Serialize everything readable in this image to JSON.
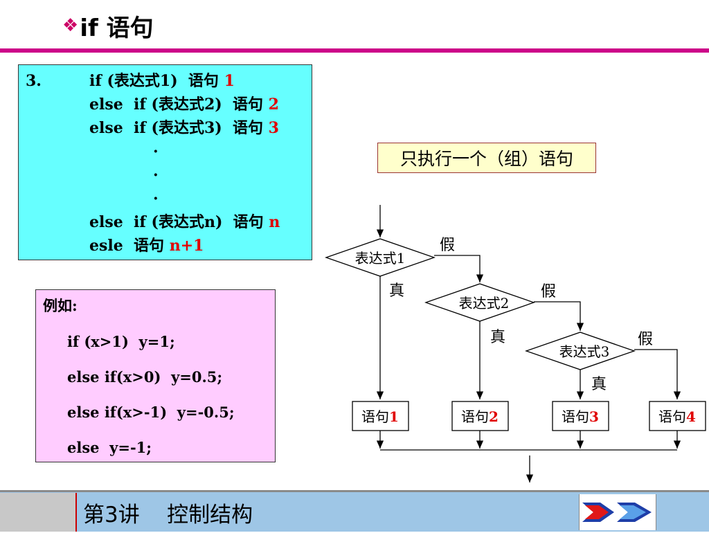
{
  "title": {
    "bullet": "❖",
    "text": "if 语句"
  },
  "code": {
    "number": "3.",
    "lines": [
      {
        "text": "if (表达式1)  语句 ",
        "red": "1"
      },
      {
        "text": "else  if (表达式2)  语句 ",
        "red": "2"
      },
      {
        "text": "else  if (表达式3)  语句 ",
        "red": "3"
      },
      {
        "text": "·",
        "red": ""
      },
      {
        "text": "·",
        "red": ""
      },
      {
        "text": "·",
        "red": ""
      },
      {
        "text": "else  if (表达式n)  语句 ",
        "red": "n"
      },
      {
        "text": "esle  语句 ",
        "red": "n+1"
      }
    ]
  },
  "example": {
    "heading": "例如:",
    "lines": [
      "if (x>1)  y=1;",
      "else if(x>0)  y=0.5;",
      "else if(x>-1)  y=-0.5;",
      "else  y=-1;"
    ]
  },
  "note": "只执行一个（组）语句",
  "flow": {
    "conditions": [
      "表达式1",
      "表达式2",
      "表达式3"
    ],
    "true_label": "真",
    "false_label": "假",
    "statements": [
      {
        "text": "语句",
        "num": "1"
      },
      {
        "text": "语句",
        "num": "2"
      },
      {
        "text": "语句",
        "num": "3"
      },
      {
        "text": "语句",
        "num": "4"
      }
    ]
  },
  "footer": {
    "title": "第3讲    控制结构"
  },
  "colors": {
    "accent": "#cc0088",
    "code_bg": "#66ffff",
    "example_bg": "#ffccff",
    "note_bg": "#ffffcc",
    "footer_bg": "#9ec6e6",
    "highlight": "#e00000"
  }
}
